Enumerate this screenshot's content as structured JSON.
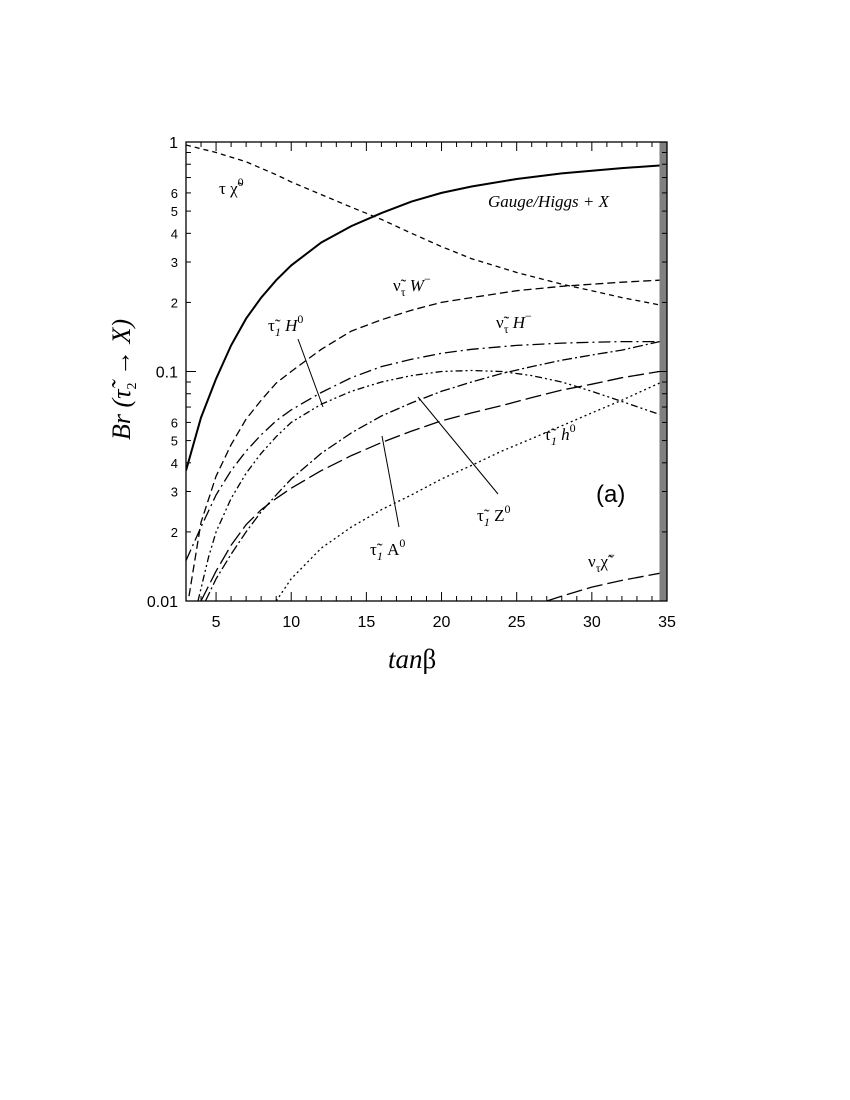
{
  "chart_data": {
    "type": "line",
    "title": "",
    "xlabel": "tanβ",
    "ylabel": "Br (τ̃₂ → X)",
    "xlim": [
      3,
      35
    ],
    "ylim": [
      0.01,
      1
    ],
    "yscale": "log",
    "grid": false,
    "panel_label": "(a)",
    "excluded_region": {
      "x_from": 34.5,
      "x_to": 35,
      "color": "#808080"
    },
    "x_ticks": [
      5,
      10,
      15,
      20,
      25,
      30,
      35
    ],
    "x_tick_labels": [
      "5",
      "10",
      "15",
      "20",
      "25",
      "30",
      "35"
    ],
    "y_major_ticks": [
      0.01,
      0.1,
      1
    ],
    "y_major_labels": [
      "0.01",
      "0.1",
      "1"
    ],
    "y_minor_ticks": [
      0.02,
      0.03,
      0.04,
      0.05,
      0.06,
      0.2,
      0.3,
      0.4,
      0.5,
      0.6
    ],
    "y_minor_labels": [
      "2",
      "3",
      "4",
      "5",
      "6",
      "2",
      "3",
      "4",
      "5",
      "6"
    ],
    "series": [
      {
        "name": "Gauge/Higgs + X",
        "style": "solid",
        "x": [
          3,
          4,
          5,
          6,
          7,
          8,
          9,
          10,
          12,
          14,
          16,
          18,
          20,
          22,
          25,
          28,
          30,
          32,
          34.5
        ],
        "y": [
          0.037,
          0.063,
          0.093,
          0.13,
          0.17,
          0.21,
          0.25,
          0.29,
          0.365,
          0.43,
          0.49,
          0.55,
          0.6,
          0.64,
          0.69,
          0.73,
          0.75,
          0.77,
          0.79
        ]
      },
      {
        "name": "τ χ̃⁰",
        "style": "short-dash",
        "x": [
          3,
          5,
          7,
          9,
          10,
          12,
          14,
          16,
          18,
          20,
          22,
          25,
          28,
          30,
          32,
          34.5
        ],
        "y": [
          0.97,
          0.9,
          0.82,
          0.72,
          0.67,
          0.59,
          0.52,
          0.46,
          0.4,
          0.35,
          0.31,
          0.27,
          0.24,
          0.225,
          0.21,
          0.195
        ]
      },
      {
        "name": "ν̃τ W⁻",
        "style": "medium-dash",
        "x": [
          3.2,
          4,
          5,
          6,
          7,
          8,
          9,
          10,
          12,
          14,
          16,
          18,
          20,
          22,
          25,
          28,
          30,
          32,
          34.5
        ],
        "y": [
          0.0105,
          0.022,
          0.035,
          0.048,
          0.062,
          0.075,
          0.089,
          0.1,
          0.125,
          0.15,
          0.168,
          0.185,
          0.2,
          0.21,
          0.225,
          0.235,
          0.24,
          0.245,
          0.25
        ]
      },
      {
        "name": "ν̃τ H⁻",
        "style": "dash-dot",
        "x": [
          3,
          4,
          5,
          6,
          7,
          8,
          9,
          10,
          12,
          14,
          16,
          18,
          20,
          22,
          25,
          28,
          30,
          32,
          34.5
        ],
        "y": [
          0.015,
          0.021,
          0.029,
          0.037,
          0.045,
          0.053,
          0.061,
          0.068,
          0.081,
          0.094,
          0.105,
          0.113,
          0.12,
          0.125,
          0.13,
          0.133,
          0.134,
          0.135,
          0.135
        ]
      },
      {
        "name": "τ̃1 H⁰",
        "style": "dash-dot-dot",
        "x": [
          3.8,
          4.5,
          5,
          6,
          7,
          8,
          9,
          10,
          12,
          14,
          16,
          18,
          20,
          22,
          24,
          26,
          28,
          30,
          32,
          34.5
        ],
        "y": [
          0.01,
          0.0155,
          0.02,
          0.028,
          0.036,
          0.044,
          0.052,
          0.06,
          0.072,
          0.082,
          0.09,
          0.096,
          0.1,
          0.101,
          0.1,
          0.096,
          0.09,
          0.082,
          0.074,
          0.065
        ]
      },
      {
        "name": "τ̃1 Z⁰",
        "style": "dash-dot-long",
        "x": [
          4.3,
          5,
          6,
          7,
          8,
          9,
          10,
          12,
          14,
          16,
          18,
          20,
          22,
          24,
          26,
          28,
          30,
          32,
          34.5
        ],
        "y": [
          0.01,
          0.0125,
          0.016,
          0.02,
          0.0245,
          0.029,
          0.034,
          0.044,
          0.054,
          0.064,
          0.073,
          0.082,
          0.09,
          0.098,
          0.105,
          0.112,
          0.118,
          0.124,
          0.135
        ]
      },
      {
        "name": "τ̃1 A⁰",
        "style": "long-dash",
        "x": [
          4.0,
          5,
          6,
          7,
          8,
          9,
          10,
          12,
          14,
          16,
          18,
          20,
          22,
          24,
          26,
          28,
          30,
          32,
          34.5
        ],
        "y": [
          0.01,
          0.0135,
          0.0175,
          0.0215,
          0.025,
          0.028,
          0.031,
          0.037,
          0.043,
          0.049,
          0.055,
          0.061,
          0.066,
          0.071,
          0.077,
          0.083,
          0.088,
          0.094,
          0.1
        ]
      },
      {
        "name": "τ̃1 h⁰",
        "style": "dotted",
        "x": [
          9,
          10,
          12,
          14,
          16,
          18,
          20,
          22,
          24,
          26,
          28,
          30,
          32,
          34.5
        ],
        "y": [
          0.01,
          0.0125,
          0.017,
          0.021,
          0.025,
          0.029,
          0.034,
          0.039,
          0.045,
          0.051,
          0.058,
          0.066,
          0.075,
          0.089
        ]
      },
      {
        "name": "ντχ̃⁻",
        "style": "long-dash",
        "x": [
          27,
          28,
          30,
          32,
          34.5
        ],
        "y": [
          0.01,
          0.0105,
          0.0115,
          0.0123,
          0.0132
        ]
      }
    ]
  },
  "labels": {
    "tau_chi0": {
      "base": "τ χ̃",
      "sup": "0"
    },
    "gauge_higgs": "Gauge/Higgs + X",
    "snu_W": {
      "base": "ν̃",
      "sub": "τ",
      "rest": " W",
      "sup": "−"
    },
    "snu_H": {
      "base": "ν̃",
      "sub": "τ",
      "rest": " H",
      "sup": "−"
    },
    "stau1_H0": {
      "base": "τ̃",
      "sub": "1",
      "rest": " H",
      "sup": "0"
    },
    "stau1_h0": {
      "base": "τ̃",
      "sub": "1",
      "rest": " h",
      "sup": "0"
    },
    "stau1_Z0": {
      "base": "τ̃",
      "sub": "1",
      "rest": " Z",
      "sup": "0"
    },
    "stau1_A0": {
      "base": "τ̃",
      "sub": "1",
      "rest": " A",
      "sup": "0"
    },
    "nu_chim": {
      "base": "ν",
      "sub": "τ",
      "rest": "χ̃",
      "sup": "−"
    }
  },
  "ylabel_parts": {
    "a": "Br (τ̃",
    "sub": "2",
    "b": " → X)"
  },
  "xlabel_parts": {
    "a": "tan",
    "b": "β"
  }
}
